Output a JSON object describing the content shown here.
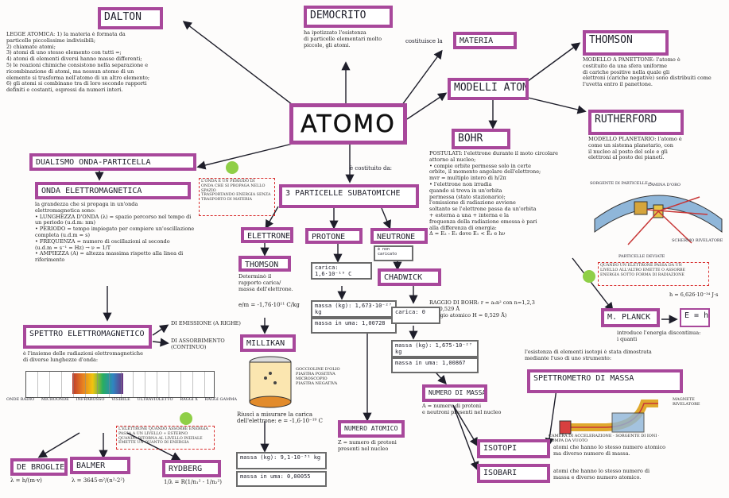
{
  "title": "ATOMO",
  "constituted_by": "è costituito da:",
  "constitutes": "costituisce la",
  "dalton": {
    "label": "DALTON",
    "text": "LEGGE ATOMICA: 1) la materia è formata da\nparticelle piccolissime indivisibili;\n2) chiamate atomi;\n3) atomi di uno stesso elemento con tutti =;\n4) atomi di elementi diversi hanno masse differenti;\n5) le reazioni chimiche consistono nella separazione e\nricombinazione di atomi, ma nessun atomo di un\nelemento si trasforma nell'atomo di un altro elemento;\n6) gli atomi si combinano tra di loro secondo rapporti\ndefiniti e costanti, espressi da numeri interi."
  },
  "democrito": {
    "label": "DEMOCRITO",
    "text": "ha ipotizzato l'esistenza\ndi particelle elementari molto\npiccole, gli atomi."
  },
  "materia": "MATERIA",
  "modelli": "MODELLI ATOMICI",
  "thomson_model": {
    "label": "THOMSON",
    "text": "MODELLO A PANETTONE: l'atomo è\ncostituito da una sfera uniforme\ndi cariche positive nella quale gli\nelettroni (cariche negative) sono distribuiti come\nl'uvetta entro il panettone."
  },
  "rutherford": {
    "label": "RUTHERFORD",
    "text": "MODELLO PLANETARIO: l'atomo è\ncome un sistema planetario, con\nil nucleo al posto del sole e gli\nelettroni al posto dei pianeti."
  },
  "bohr": {
    "label": "BOHR",
    "text": "POSTULATI: l'elettrone durante il moto circolare\nattorno al nucleo;\n• compie orbite permesse solo in certe\norbite, il momento angolare dell'elettrone;\nmvr = multiplo intero di h/2π\n• l'elettrone non irradia\nquando si trova in un'orbita\npermessa (stato stazionario);\nl'emissione di radiazione avviene\nsoltanto se l'elettrone passa da un'orbita\n+ esterna a una + interna e la\nfrequenza della radiazione emessa è pari\nalla differenza di energia:\nΔ = E₂ - E₁ dove E₁ < E₂ e hν",
    "radius": "RAGGIO DI BOHR: r = a₀n²   con n=1,2,3\nr = 0,529 Å\n(raggio atomico H = 0,529 Å)"
  },
  "planck": {
    "label": "M. PLANCK",
    "formula": "E = hν",
    "text": "introduce l'energia discontinua:\ni quanti",
    "constant": "h = 6,626·10⁻³⁴ J·s"
  },
  "dualismo": "DUALISMO ONDA-PARTICELLA",
  "onda": {
    "label": "ONDA ELETTROMAGNETICA",
    "text": "la grandezza che si propaga in un'onda\nelettromagnetica sono:\n• LUNGHEZZA D'ONDA (λ) = spazio percorso nel tempo di\nun periodo (u.d.m: nm)\n• PERIODO = tempo impiegato per compiere un'oscillazione\ncompleta (u.d.m = s)\n• FREQUENZA = numero di oscillazioni al secondo\n(u.d.m = s⁻¹ = Hz)  → ν = 1/T\n• AMPIEZZA (A) = altezza massima rispetto alla linea di\nriferimento"
  },
  "spettro": {
    "label": "SPETTRO ELETTROMAGNETICO",
    "emissione": "DI EMISSIONE (A RIGHE)",
    "assorbimento": "DI ASSORBIMENTO (CONTINUO)",
    "text": "è l'insieme delle radiazioni elettromagnetiche\ndi diverse lunghezze d'onda:",
    "bands": [
      "ONDE RADIO",
      "MICROONDE",
      "INFRAROSSO",
      "VISIBILE",
      "ULTRAVIOLETTO",
      "RAGGI X",
      "RAGGI GAMMA"
    ]
  },
  "series": [
    {
      "label": "DE BROGLIE",
      "formula": "λ = h/(m·v)"
    },
    {
      "label": "BALMER",
      "formula": "λ = 3645·n²/(n²-2²)"
    },
    {
      "label": "RYDBERG",
      "formula": "1/λ = R(1/n₁² - 1/n₂²)"
    }
  ],
  "particelle": "3 PARTICELLE SUBATOMICHE",
  "elettrone": {
    "label": "ELETTRONE",
    "discoverer": "THOMSON",
    "note": "Determinò il\nrapporto carica/\nmassa dell'elettrone.",
    "ratio": "e/m = -1,76·10¹¹ C/kg",
    "millikan": "MILLIKAN",
    "millikan_note": "Riuscì a misurare la carica\ndell'elettrone: e = -1,6·10⁻¹⁹ C",
    "mass": "massa (kg): 9,1·10⁻³¹ kg",
    "mass_u": "massa in uma: 0,00055",
    "apparatus": [
      "GOCCIOLINE D'OLIO",
      "PIASTRA POSITIVA",
      "MICROSCOPIO",
      "PIASTRA NEGATIVA"
    ]
  },
  "protone": {
    "label": "PROTONE",
    "charge": "carica: 1,6·10⁻¹⁹ C",
    "mass": "massa (kg): 1,673·10⁻²⁷ kg",
    "mass_u": "massa in uma: 1,00728"
  },
  "neutrone": {
    "label": "NEUTRONE",
    "note": "è non\ncaricato",
    "discoverer": "CHADWICK",
    "charge": "carica: 0",
    "mass": "massa (kg): 1,675·10⁻²⁷ kg",
    "mass_u": "massa in uma: 1,00867"
  },
  "numero_atomico": {
    "label": "NUMERO ATOMICO",
    "text": "Z = numero di protoni\npresenti nel nucleo"
  },
  "numero_massa": {
    "label": "NUMERO DI MASSA",
    "text": "A = numero di protoni\ne neutroni presenti nel nucleo"
  },
  "spettrometro": {
    "label": "SPETTROMETRO DI MASSA",
    "text": "l'esistenza di elementi isotopi è stata dimostrata\nmediante l'uso di uno strumento:",
    "parts": [
      "MAGNETE",
      "RIVELATORE",
      "CAMERA DI ACCELERAZIONE",
      "SORGENTE DI IONI",
      "POMPA DA VUOTO"
    ]
  },
  "isotopi": {
    "label": "ISOTOPI",
    "text": "atomi che hanno lo stesso numero atomico\nma diverso numero di massa."
  },
  "isobari": {
    "label": "ISOBARI",
    "text": "atomi che hanno lo stesso numero di\nmassa e diverso numero atomico."
  },
  "gold_foil": [
    "SORGENTE DI PARTICELLE α",
    "LAMINA D'ORO",
    "SCHERMO RIVELATORE",
    "PARTICELLE DEVIATE"
  ],
  "red_notes": [
    "L'ONDA È UN PERIODO DI\nONDA CHE SI PROPAGA NELLO SPAZIO\nTRASPORTANDO ENERGIA SENZA\nTRASPORTO DI MATERIA",
    "L'ELETTRONE QUANDO ASSORBE ENERGIA\nPASSA A UN LIVELLO + ESTERNO\nQUANDO RITORNA AL LIVELLO INIZIALE\nEMETTE UN QUANTO DI ENERGIA",
    "QUANDO UN ELETTRONE PASSA DA UN\nLIVELLO ALL'ALTRO EMETTE O ASSORBE\nENERGIA SOTTO FORMA DI RADIAZIONE"
  ],
  "colors": {
    "box": "#a8489b",
    "dot": "#8fcf47",
    "dashed": "#d93030"
  }
}
